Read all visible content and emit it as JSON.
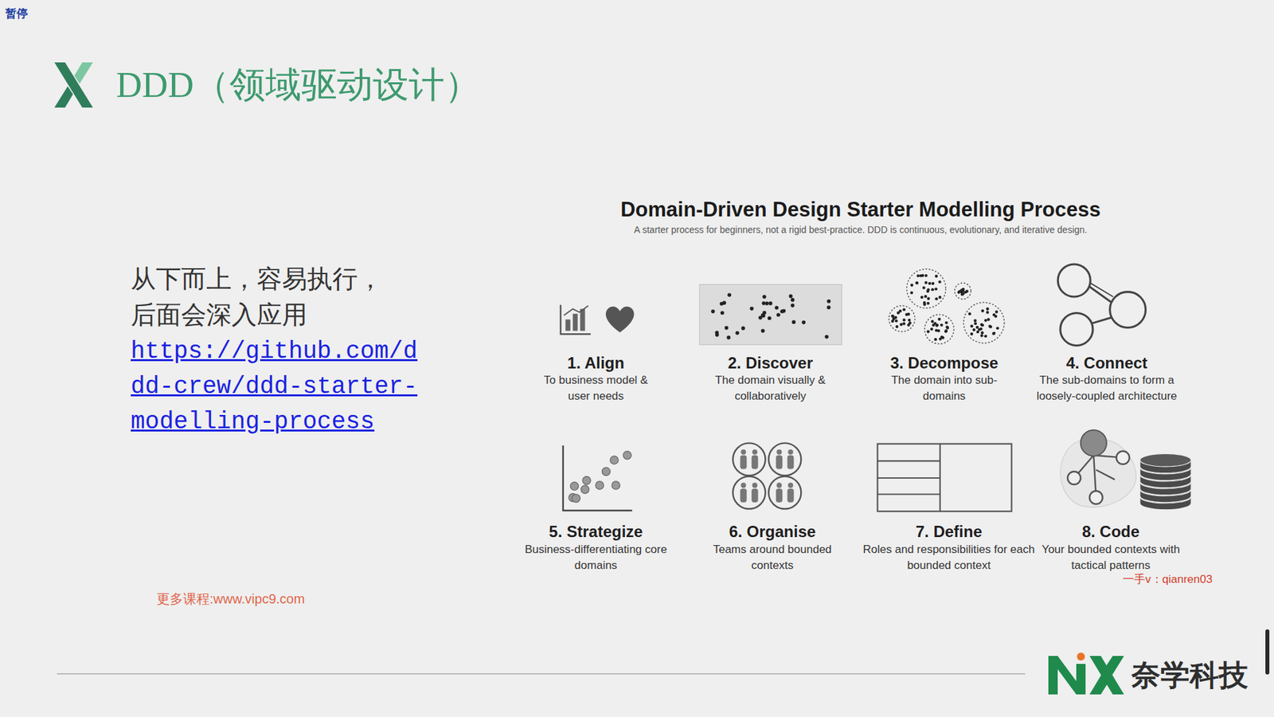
{
  "diagram": {
    "title": "DDD（领域驱动设计）",
    "labels": [
      "暂停",
      "从下而上，容易执行，后面会深入应用",
      "https://github.com/ddd-crew/ddd-starter-modelling-process",
      "Domain-Driven Design Starter Modelling Process",
      "A starter process for beginners, not a rigid best-practice. DDD is continuous, evolutionary, and iterative design.",
      "1. Align",
      "To business model & user needs",
      "2. Discover",
      "The domain visually & collaboratively",
      "3. Decompose",
      "The domain into sub-domains",
      "4. Connect",
      "The sub-domains to form a loosely-coupled architecture",
      "5. Strategize",
      "Business-differentiating core domains",
      "6. Organise",
      "Teams around bounded contexts",
      "7. Define",
      "Roles and responsibilities for each bounded context",
      "8. Code",
      "Your bounded contexts with tactical patterns",
      "更多课程:www.vipc9.com",
      "一手v：qianren03",
      "奈学科技"
    ]
  }
}
